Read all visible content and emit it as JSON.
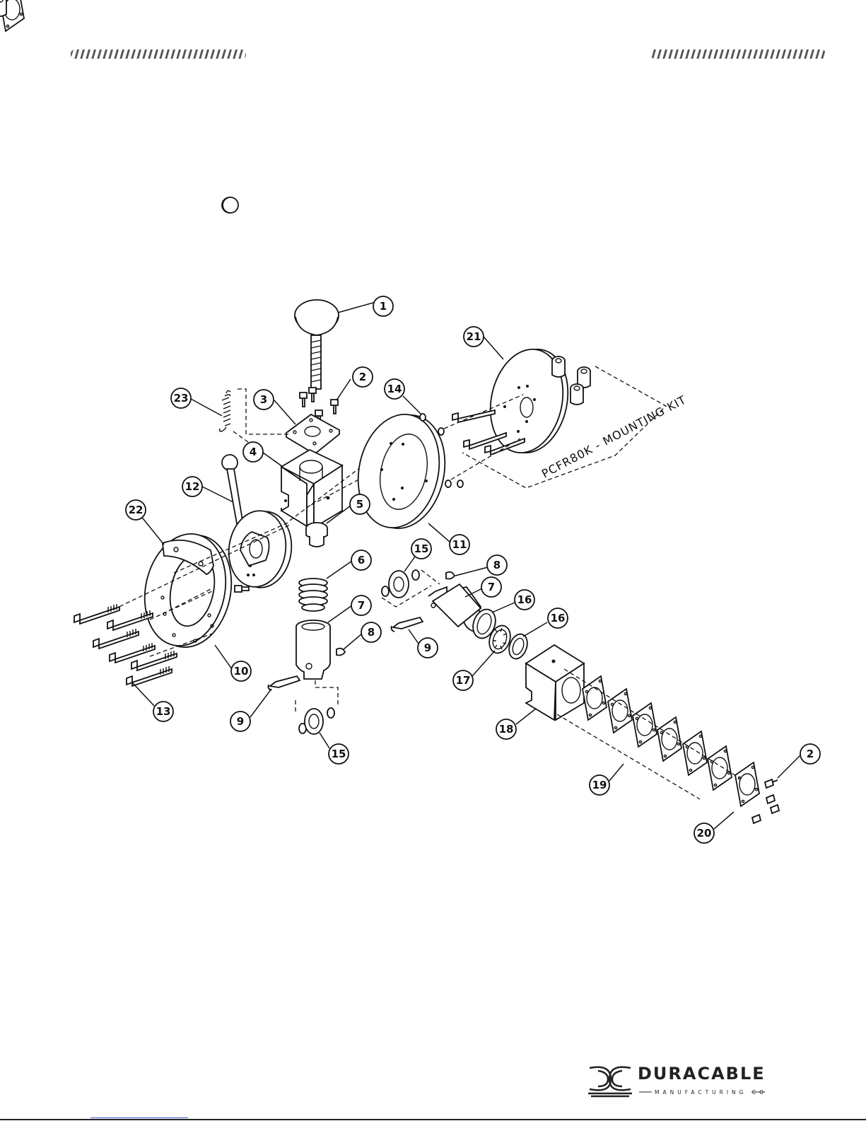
{
  "brand": {
    "name": "DURACABLE",
    "tagline": "MANUFACTURING CO"
  },
  "diagram": {
    "kit_label": "PCFR80K - MOUNTING KIT",
    "callouts": [
      "1",
      "2",
      "3",
      "4",
      "5",
      "6",
      "7",
      "8",
      "9",
      "10",
      "11",
      "12",
      "13",
      "14",
      "15",
      "15",
      "16",
      "16",
      "17",
      "18",
      "19",
      "2",
      "20",
      "21",
      "22",
      "23",
      "7",
      "8",
      "9"
    ]
  },
  "colors": {
    "ink": "#111111",
    "link_underline": "#3355cc"
  }
}
